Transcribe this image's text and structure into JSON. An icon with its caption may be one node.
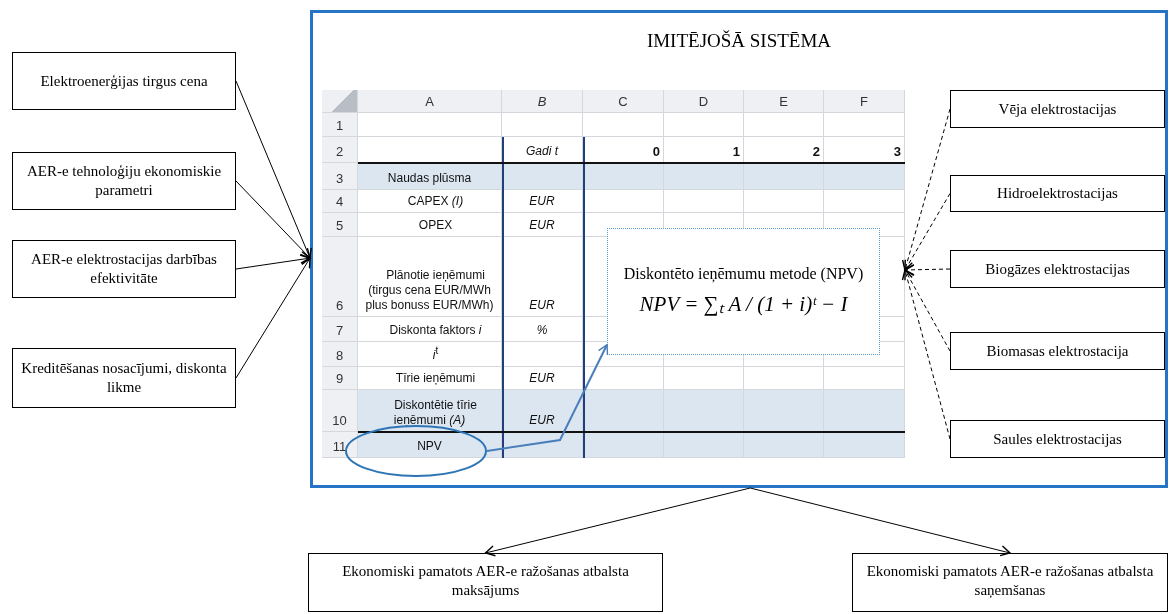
{
  "diagram": {
    "nodes": [
      {
        "text": [
          "Elektroenerģijas tirgus cena"
        ]
      },
      {
        "text": [
          "AER-e tehnoloģiju ekonomiskie parametri"
        ]
      },
      {
        "text": [
          "AER-e elektrostacijas darbības efektivitāte"
        ]
      },
      {
        "text": [
          "Kreditēšanas nosacījumi, diskonta likme"
        ]
      },
      {
        "text": [
          "IMITĒJOŠĀ SISTĒMA"
        ]
      },
      {
        "text": [],
        "shape": "table",
        "in": 4
      },
      {
        "text": [
          "Diskontēto ieņēmumu metode (NPV)",
          "NPV = ∑ₜ A / (1 + i)ᵗ − I"
        ],
        "in": 5
      },
      {
        "text": [],
        "shape": "ellipse",
        "in": 4
      },
      {
        "text": [
          "Vēja elektrostacijas"
        ],
        "in": 4
      },
      {
        "text": [
          "Hidroelektrostacijas"
        ],
        "in": 4
      },
      {
        "text": [
          "Biogāzes elektrostacijas"
        ],
        "in": 4
      },
      {
        "text": [
          "Biomasas elektrostacija"
        ],
        "in": 4
      },
      {
        "text": [
          "Saules elektrostacijas"
        ],
        "in": 4
      },
      {
        "text": [
          "Ekonomiski pamatots AER-e ražošanas atbalsta maksājums"
        ]
      },
      {
        "text": [
          "Ekonomiski pamatots AER-e ražošanas atbalsta saņemšanas"
        ]
      }
    ],
    "edges": [
      {
        "from": 0,
        "to": 4,
        "arrow": "to"
      },
      {
        "from": 1,
        "to": 4,
        "arrow": "to"
      },
      {
        "from": 2,
        "to": 4,
        "arrow": "to"
      },
      {
        "from": 3,
        "to": 4,
        "arrow": "to"
      },
      {
        "from": 7,
        "to": 6,
        "arrow": "to",
        "color": "#4a7ebb"
      },
      {
        "from": 8,
        "to": 5,
        "arrow": "to",
        "style": "dashed"
      },
      {
        "from": 9,
        "to": 5,
        "arrow": "to",
        "style": "dashed"
      },
      {
        "from": 10,
        "to": 5,
        "arrow": "to",
        "style": "dashed"
      },
      {
        "from": 11,
        "to": 5,
        "arrow": "to",
        "style": "dashed"
      },
      {
        "from": 12,
        "to": 5,
        "arrow": "to",
        "style": "dashed"
      },
      {
        "from": 4,
        "to": 13,
        "arrow": "to"
      },
      {
        "from": 4,
        "to": 14,
        "arrow": "to"
      }
    ],
    "labels": [
      "A",
      "B",
      "C",
      "D",
      "E",
      "F",
      "1",
      "2",
      "Gadi *t*",
      "0",
      "1",
      "2",
      "3",
      "3",
      "Naudas plūsma",
      "4",
      "CAPEX *(I)*",
      "EUR",
      "5",
      "OPEX",
      "EUR",
      "6",
      "Plānotie ieņēmumi (tirgus cena EUR/MWh plus bonuss EUR/MWh)",
      "EUR",
      "7",
      "Diskonta faktors *i*",
      "%",
      "8",
      "*i*$^{t}$",
      "9",
      "Tīrie ieņēmumi",
      "EUR",
      "10",
      "Diskontētie tīrie ieņēmumi *(A)*",
      "EUR",
      "11",
      "NPV"
    ]
  }
}
